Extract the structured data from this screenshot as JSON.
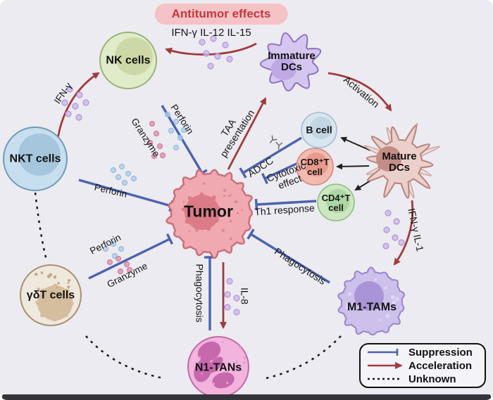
{
  "banner": {
    "label": "Antitumor effects"
  },
  "arrows": {
    "top_cytokines": "IFN-γ  IL-12  IL-15",
    "ifn_gamma_nk": "IFN-γ",
    "activation": "Activation",
    "taa": "TAA presentation",
    "adcc": "ADCC",
    "cytotoxic": "Cytotoxic effect",
    "th1": "Th1 response",
    "perforin_nk": "Perforin",
    "granzyme_nk": "Granzyme",
    "perforin_nkt": "Perforin",
    "perforin_gdt": "Perforin",
    "granzyme_gdt": "Granzyme",
    "phagocytosis_n1": "Phagocytosis",
    "phagocytosis_m1": "Phagocytosis",
    "il8": "IL-8",
    "ifn_il1": "IFN-γ  IL-1"
  },
  "cells": {
    "nk": "NK cells",
    "nkt": "NKT cells",
    "gdt": "γδT cells",
    "immature_dc": "Immature DCs",
    "mature_dc": "Mature DCs",
    "b_cell": "B cell",
    "cd8": "CD8⁺T cell",
    "cd4": "CD4⁺T cell",
    "tumor": "Tumor",
    "n1_tan": "N1-TANs",
    "m1_tam": "M1-TAMs"
  },
  "legend": {
    "suppression": "Suppression",
    "acceleration": "Acceleration",
    "unknown": "Unknown"
  },
  "colors": {
    "suppression": "#4A63AE",
    "acceleration": "#A23A3C",
    "unknown": "#1a1a1a",
    "banner_bg": "#F5C3C6",
    "banner_text": "#C2373E",
    "background": "#ECEBF1"
  }
}
